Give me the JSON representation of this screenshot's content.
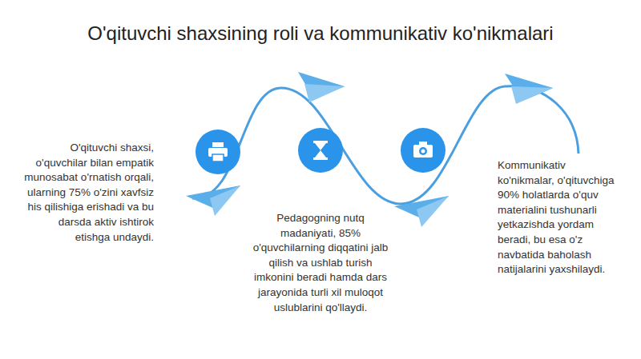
{
  "diagram": {
    "title": "O'qituvchi shaxsining roli va kommunikativ ko'nikmalari",
    "labels": [
      "O'qituvchi shaxsi, o'quvchilar bilan empatik munosabat o'rnatish orqali, ularning 75% o'zini xavfsiz his qilishiga erishadi va bu darsda aktiv ishtirok etishga undaydi.",
      "Pedagogning nutq madaniyati, 85% o'quvchilarning diqqatini jalb qilish va ushlab turish imkonini beradi hamda dars jarayonida turli xil muloqot uslublarini qo'llaydi.",
      "Kommunikativ ko'nikmalar, o'qituvchiga 90% holatlarda o'quv materialini tushunarli yetkazishda yordam beradi, bu esa o'z navbatida baholash natijalarini yaxshilaydi."
    ]
  }
}
